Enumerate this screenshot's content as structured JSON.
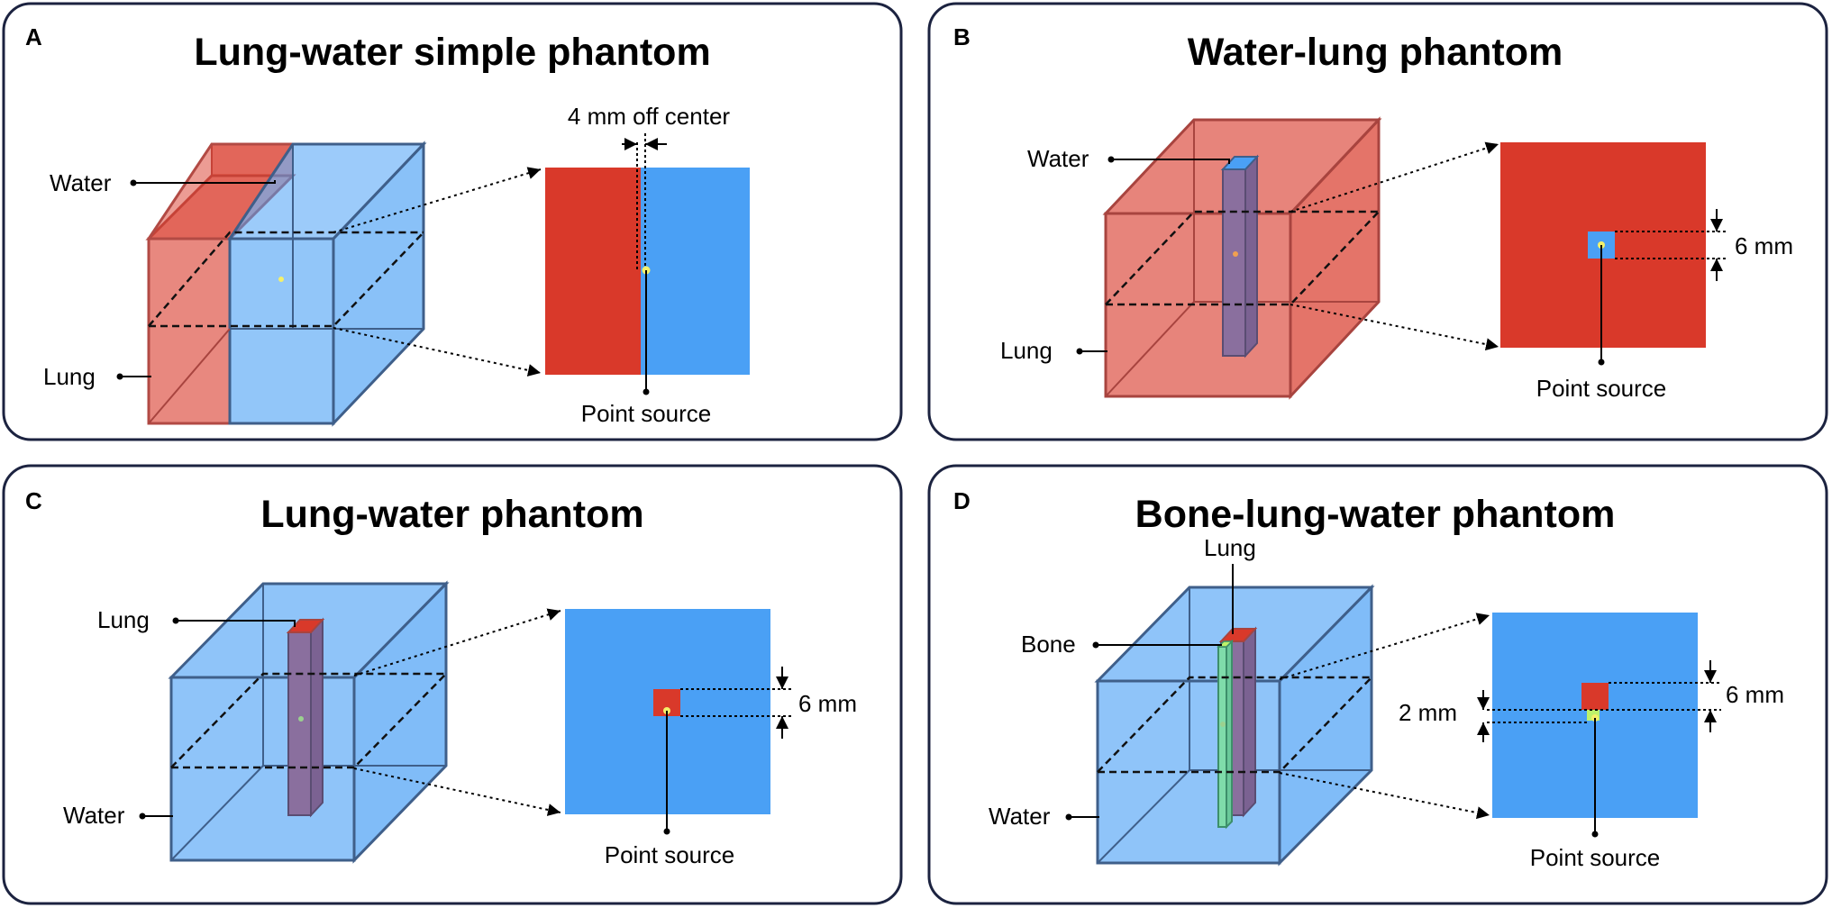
{
  "colors": {
    "lung": "#d9392a",
    "water": "#4aa0f5",
    "rod": "#8a6f9e",
    "bone": "#7fdcaa",
    "edge": "#3f5f8a",
    "panel_border": "#1c2340",
    "source": "#f4f06a"
  },
  "panels": [
    {
      "letter": "A",
      "title": "Lung-water simple phantom",
      "labels": {
        "water": "Water",
        "lung": "Lung",
        "point_source": "Point source",
        "dimension": "4 mm off center"
      }
    },
    {
      "letter": "B",
      "title": "Water-lung phantom",
      "labels": {
        "water": "Water",
        "lung": "Lung",
        "point_source": "Point source",
        "dimension": "6 mm"
      }
    },
    {
      "letter": "C",
      "title": "Lung-water phantom",
      "labels": {
        "lung": "Lung",
        "water": "Water",
        "point_source": "Point source",
        "dimension": "6 mm"
      }
    },
    {
      "letter": "D",
      "title": "Bone-lung-water phantom",
      "labels": {
        "lung": "Lung",
        "bone": "Bone",
        "water": "Water",
        "point_source": "Point source",
        "dimension_large": "6 mm",
        "dimension_small": "2 mm"
      }
    }
  ]
}
